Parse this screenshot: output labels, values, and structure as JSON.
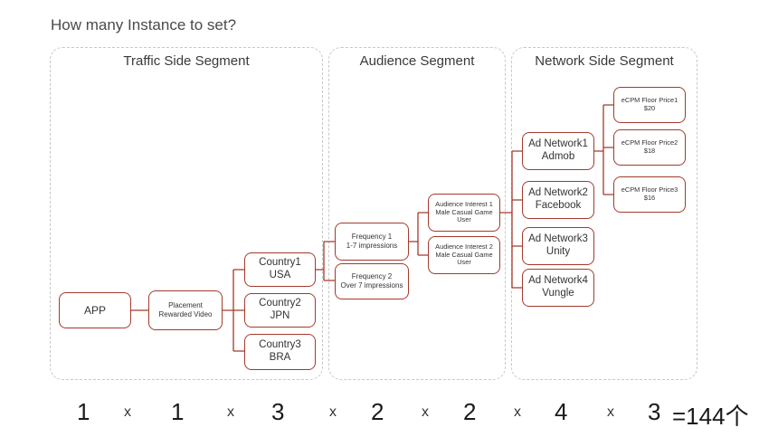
{
  "question": "How many Instance to set?",
  "segments": {
    "traffic": "Traffic Side Segment",
    "audience": "Audience Segment",
    "network": "Network Side Segment"
  },
  "app": "APP",
  "placement": [
    "Placement",
    "Rewarded Video"
  ],
  "countries": [
    [
      "Country1",
      "USA"
    ],
    [
      "Country2",
      "JPN"
    ],
    [
      "Country3",
      "BRA"
    ]
  ],
  "frequencies": [
    [
      "Frequency 1",
      "1-7 impressions"
    ],
    [
      "Frequency 2",
      "Over 7 impressions"
    ]
  ],
  "audiences": [
    [
      "Audience Interest 1",
      "Male Casual Game",
      "User"
    ],
    [
      "Audience Interest 2",
      "Male Casual Game",
      "User"
    ]
  ],
  "ad_networks": [
    [
      "Ad Network1",
      "Admob"
    ],
    [
      "Ad Network2",
      "Facebook"
    ],
    [
      "Ad Network3",
      "Unity"
    ],
    [
      "Ad Network4",
      "Vungle"
    ]
  ],
  "floors": [
    [
      "eCPM Floor Price1",
      "$20"
    ],
    [
      "eCPM Floor Price2",
      "$18"
    ],
    [
      "eCPM Floor Price3",
      "$16"
    ]
  ],
  "formula": {
    "factors": [
      "1",
      "1",
      "3",
      "2",
      "2",
      "4",
      "3"
    ],
    "times": "x",
    "result": "=144个"
  },
  "colors": {
    "accent": "#a33a2c",
    "dash": "#c8c8c8"
  }
}
